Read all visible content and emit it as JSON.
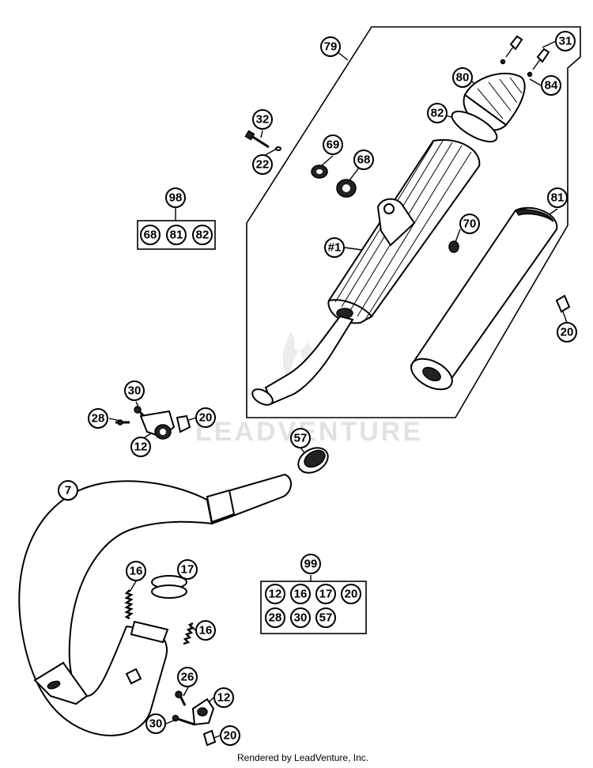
{
  "callouts": {
    "c79": "79",
    "c31": "31",
    "c80": "80",
    "c84": "84",
    "c82": "82",
    "c32": "32",
    "c22": "22",
    "c69": "69",
    "c68": "68",
    "c81": "81",
    "c70": "70",
    "c41": "#1",
    "c20a": "20",
    "c98": "98",
    "k98a": "68",
    "k98b": "81",
    "k98c": "82",
    "c30a": "30",
    "c28a": "28",
    "c20b": "20",
    "c12a": "12",
    "c57": "57",
    "c7": "7",
    "c16a": "16",
    "c17": "17",
    "c16b": "16",
    "c99": "99",
    "k99a": "12",
    "k99b": "16",
    "k99c": "17",
    "k99d": "20",
    "k99e": "28",
    "k99f": "30",
    "k99g": "57",
    "c26": "26",
    "c12b": "12",
    "c30b": "30",
    "c20c": "20"
  },
  "watermark": "LEADVENTURE",
  "footer": "Rendered by LeadVenture, Inc."
}
